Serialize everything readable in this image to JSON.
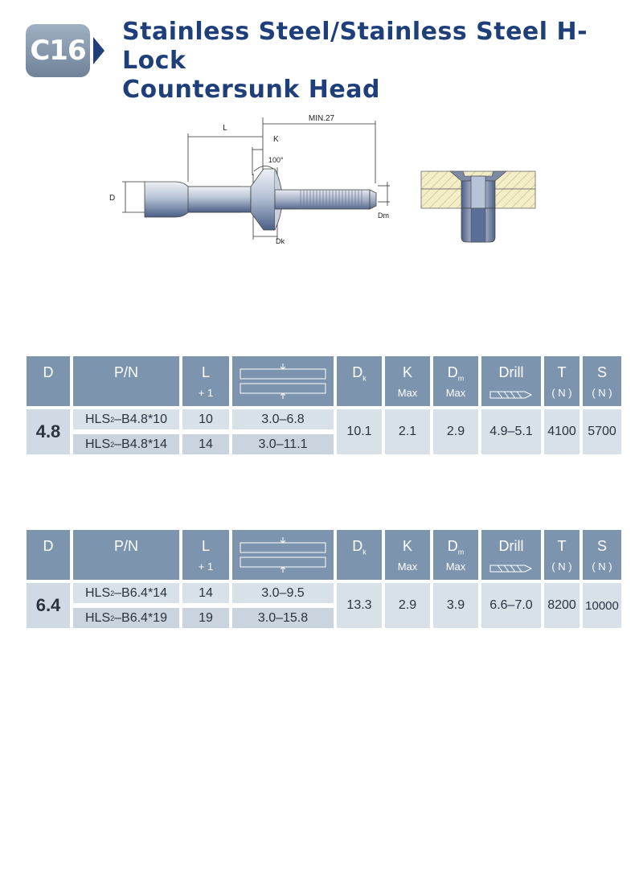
{
  "header": {
    "badge": "C16",
    "title_line1": "Stainless Steel/Stainless Steel H-Lock",
    "title_line2": "Countersunk Head"
  },
  "diagram": {
    "label_L": "L",
    "label_K": "K",
    "label_min": "MIN.27",
    "label_angle": "100°",
    "label_D": "D",
    "label_Dm": "Dm",
    "label_Dk": "Dk"
  },
  "table_headers": {
    "d": "D",
    "pn": "P/N",
    "l": "L",
    "l_tol": "+ 1",
    "dk_main": "D",
    "dk_sub": "k",
    "k": "K",
    "k_sub": "Max",
    "dm_main": "D",
    "dm_sub": "m",
    "dm_max": "Max",
    "drill": "Drill",
    "t": "T",
    "t_unit": "( N )",
    "s": "S",
    "s_unit": "( N )"
  },
  "tables": [
    {
      "d": "4.8",
      "rows": [
        {
          "pn_prefix": "HLS",
          "pn_sub": "2",
          "pn_suffix": "–B4.8*10",
          "l": "10",
          "grip": "3.0–6.8"
        },
        {
          "pn_prefix": "HLS",
          "pn_sub": "2",
          "pn_suffix": "–B4.8*14",
          "l": "14",
          "grip": "3.0–11.1"
        }
      ],
      "dk": "10.1",
      "k": "2.1",
      "dm": "2.9",
      "drill": "4.9–5.1",
      "t": "4100",
      "s": "5700"
    },
    {
      "d": "6.4",
      "rows": [
        {
          "pn_prefix": "HLS",
          "pn_sub": "2",
          "pn_suffix": "–B6.4*14",
          "l": "14",
          "grip": "3.0–9.5"
        },
        {
          "pn_prefix": "HLS",
          "pn_sub": "2",
          "pn_suffix": "–B6.4*19",
          "l": "19",
          "grip": "3.0–15.8"
        }
      ],
      "dk": "13.3",
      "k": "2.9",
      "dm": "3.9",
      "drill": "6.6–7.0",
      "t": "8200",
      "s": "10000"
    }
  ]
}
